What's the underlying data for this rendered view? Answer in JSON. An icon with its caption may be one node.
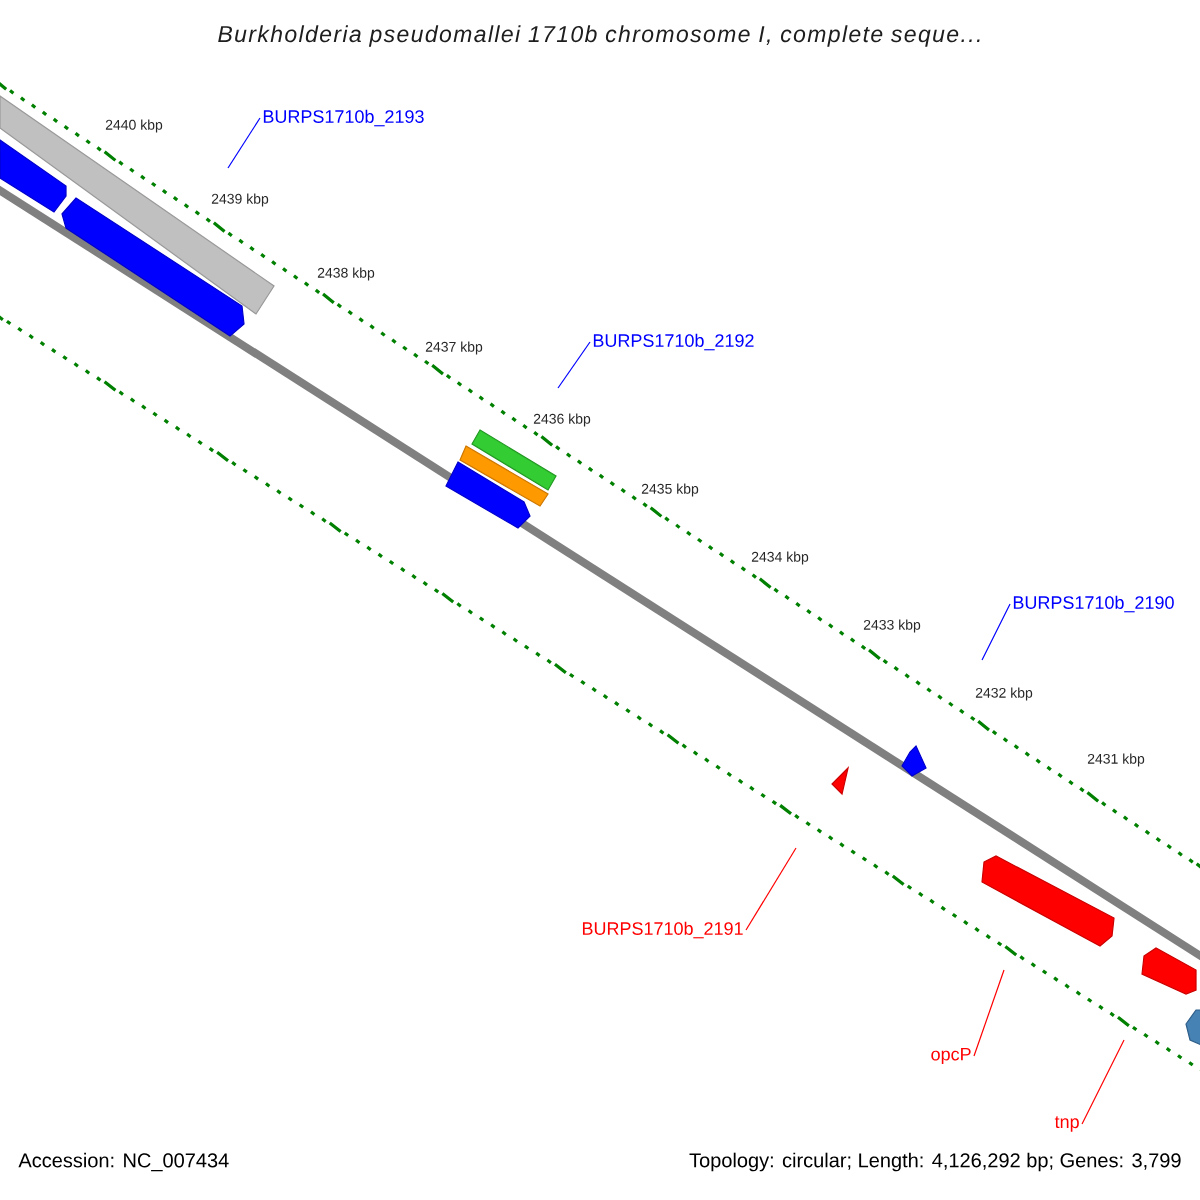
{
  "diagram": {
    "title": "Burkholderia pseudomallei 1710b chromosome I, complete seque...",
    "nodes": [
      {
        "text": [
          "BURPS1710b_2193"
        ]
      },
      {
        "text": [
          "BURPS1710b_2192"
        ]
      },
      {
        "text": [
          "BURPS1710b_2190"
        ]
      },
      {
        "text": [
          "BURPS1710b_2191"
        ]
      },
      {
        "text": [
          "opcP"
        ]
      },
      {
        "text": [
          "tnp"
        ]
      }
    ],
    "edges": [
      {
        "from": 0,
        "to": null,
        "arrow": "none",
        "color": "#0000ff"
      },
      {
        "from": 1,
        "to": null,
        "arrow": "none",
        "color": "#0000ff"
      },
      {
        "from": 2,
        "to": null,
        "arrow": "none",
        "color": "#0000ff"
      },
      {
        "from": 3,
        "to": null,
        "arrow": "none",
        "color": "#ff0000"
      },
      {
        "from": 4,
        "to": null,
        "arrow": "none",
        "color": "#ff0000"
      },
      {
        "from": 5,
        "to": null,
        "arrow": "none",
        "color": "#ff0000"
      }
    ],
    "labels": [
      "2440 kbp",
      "2439 kbp",
      "2438 kbp",
      "2437 kbp",
      "2436 kbp",
      "2435 kbp",
      "2434 kbp",
      "2433 kbp",
      "2432 kbp",
      "2431 kbp",
      "Accession: NC_007434",
      "Topology: circular; Length: 4,126,292 bp; Genes: 3,799"
    ]
  }
}
